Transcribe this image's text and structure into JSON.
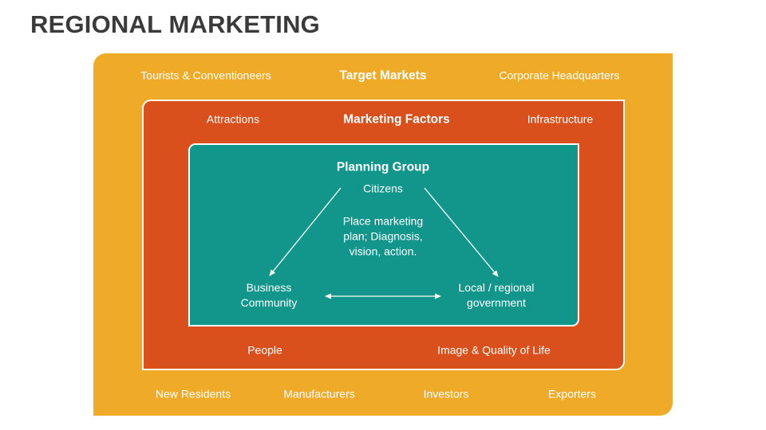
{
  "title": "REGIONAL MARKETING",
  "target_markets": {
    "heading": "Target Markets",
    "top_left": "Tourists & Conventioneers",
    "top_right": "Corporate Headquarters",
    "bottom": [
      "New Residents",
      "Manufacturers",
      "Investors",
      "Exporters"
    ]
  },
  "marketing_factors": {
    "heading": "Marketing Factors",
    "top_left": "Attractions",
    "top_right": "Infrastructure",
    "bottom_left": "People",
    "bottom_right": "Image & Quality of Life"
  },
  "planning_group": {
    "heading": "Planning Group",
    "citizens": "Citizens",
    "center": "Place marketing plan; Diagnosis, vision, action.",
    "business": "Business Community",
    "government": "Local / regional government"
  },
  "colors": {
    "outer": "#efab28",
    "middle": "#d9501c",
    "inner": "#12968b",
    "title": "#3a3a3a"
  }
}
